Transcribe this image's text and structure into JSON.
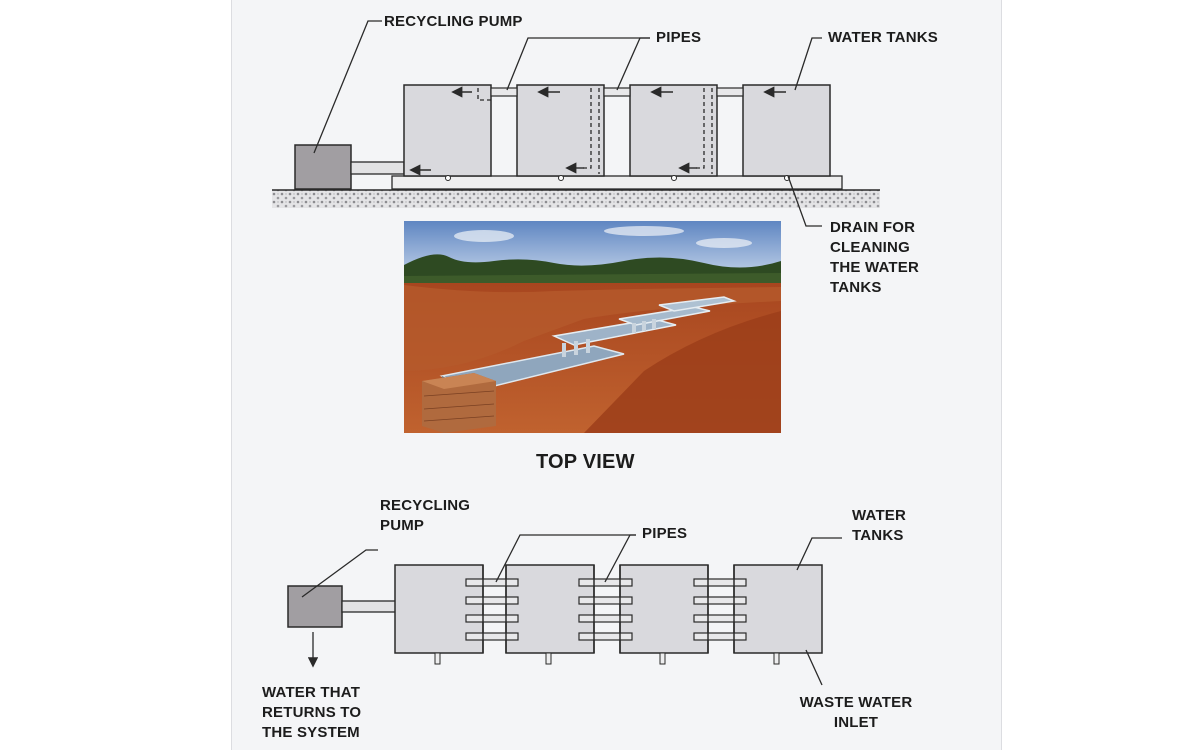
{
  "side_view": {
    "recycling_pump": "RECYCLING PUMP",
    "pipes": "PIPES",
    "water_tanks": "WATER TANKS",
    "drain_lines": [
      "DRAIN FOR",
      "CLEANING",
      "THE WATER",
      "TANKS"
    ]
  },
  "top_view_title": "TOP VIEW",
  "top_view": {
    "recycling_pump_lines": [
      "RECYCLING",
      "PUMP"
    ],
    "pipes": "PIPES",
    "water_tanks_lines": [
      "WATER",
      "TANKS"
    ],
    "return_lines": [
      "WATER THAT",
      "RETURNS TO",
      "THE SYSTEM"
    ],
    "inlet_lines": [
      "WASTE WATER",
      "INLET"
    ]
  },
  "colors": {
    "tank_fill": "#d9d9dd",
    "pump_fill": "#a19ea2",
    "line": "#2a2a2a",
    "soil": "#b9532a",
    "sky": "#7ea0cf"
  }
}
